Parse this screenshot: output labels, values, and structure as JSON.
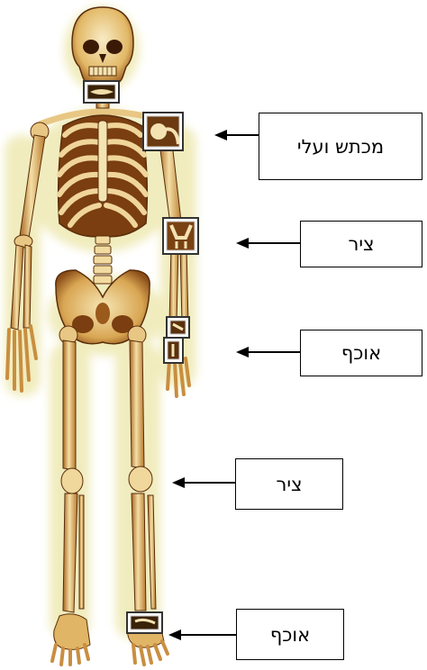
{
  "labels": {
    "shoulder": "מכתש ועלי",
    "elbow": "ציר",
    "wrist": "אוכף",
    "knee": "ציר",
    "ankle": "אוכף"
  },
  "colors": {
    "bone_light": "#f6e9c2",
    "bone_mid": "#e3b962",
    "bone_dark": "#9a5a1c",
    "bone_shadow": "#5a2d0a",
    "glow": "#ece6a8",
    "frame": "#333333"
  }
}
